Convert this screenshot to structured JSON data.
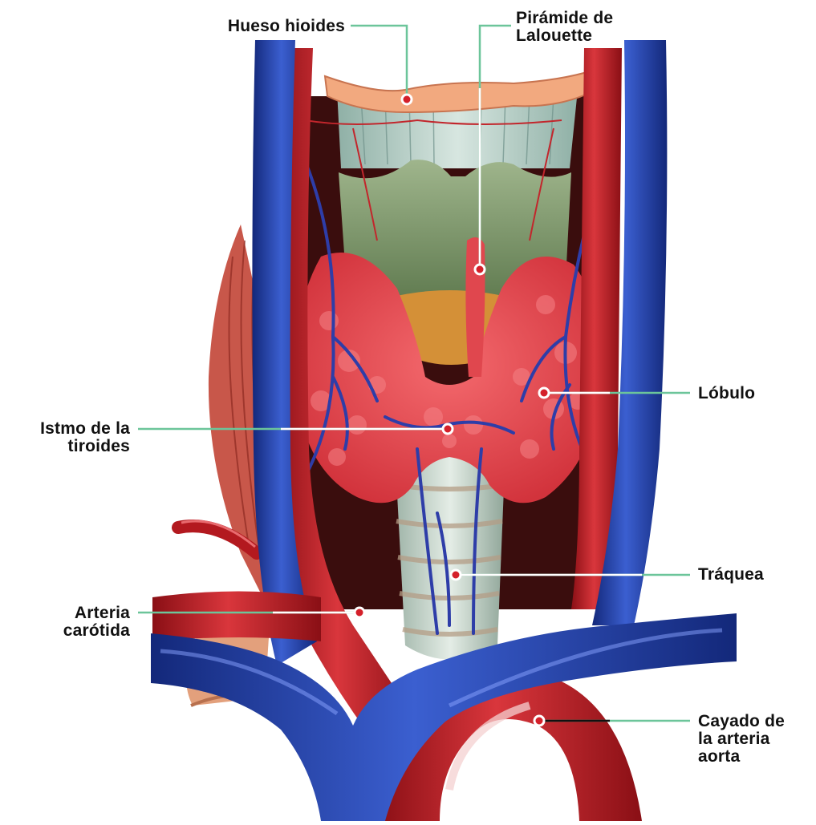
{
  "labels": {
    "hueso_hioides": "Hueso hioides",
    "piramide": "Pirámide de\nLalouette",
    "lobulo": "Lóbulo",
    "istmo": "Istmo de la\ntiroides",
    "traquea": "Tráquea",
    "arteria_carotida": "Arteria\ncarótida",
    "cayado": "Cayado de\nla arteria\naorta"
  },
  "colors": {
    "leader_line": "#6cc59a",
    "pin": "#d4202a",
    "vein": "#1f3f9e",
    "artery": "#b3191f",
    "thyroid": "#e8474f",
    "cartilage": "#7f9a6c",
    "trachea": "#c8d6cc",
    "hyoid": "#f0a47a",
    "muscle": "#c84a3c"
  }
}
